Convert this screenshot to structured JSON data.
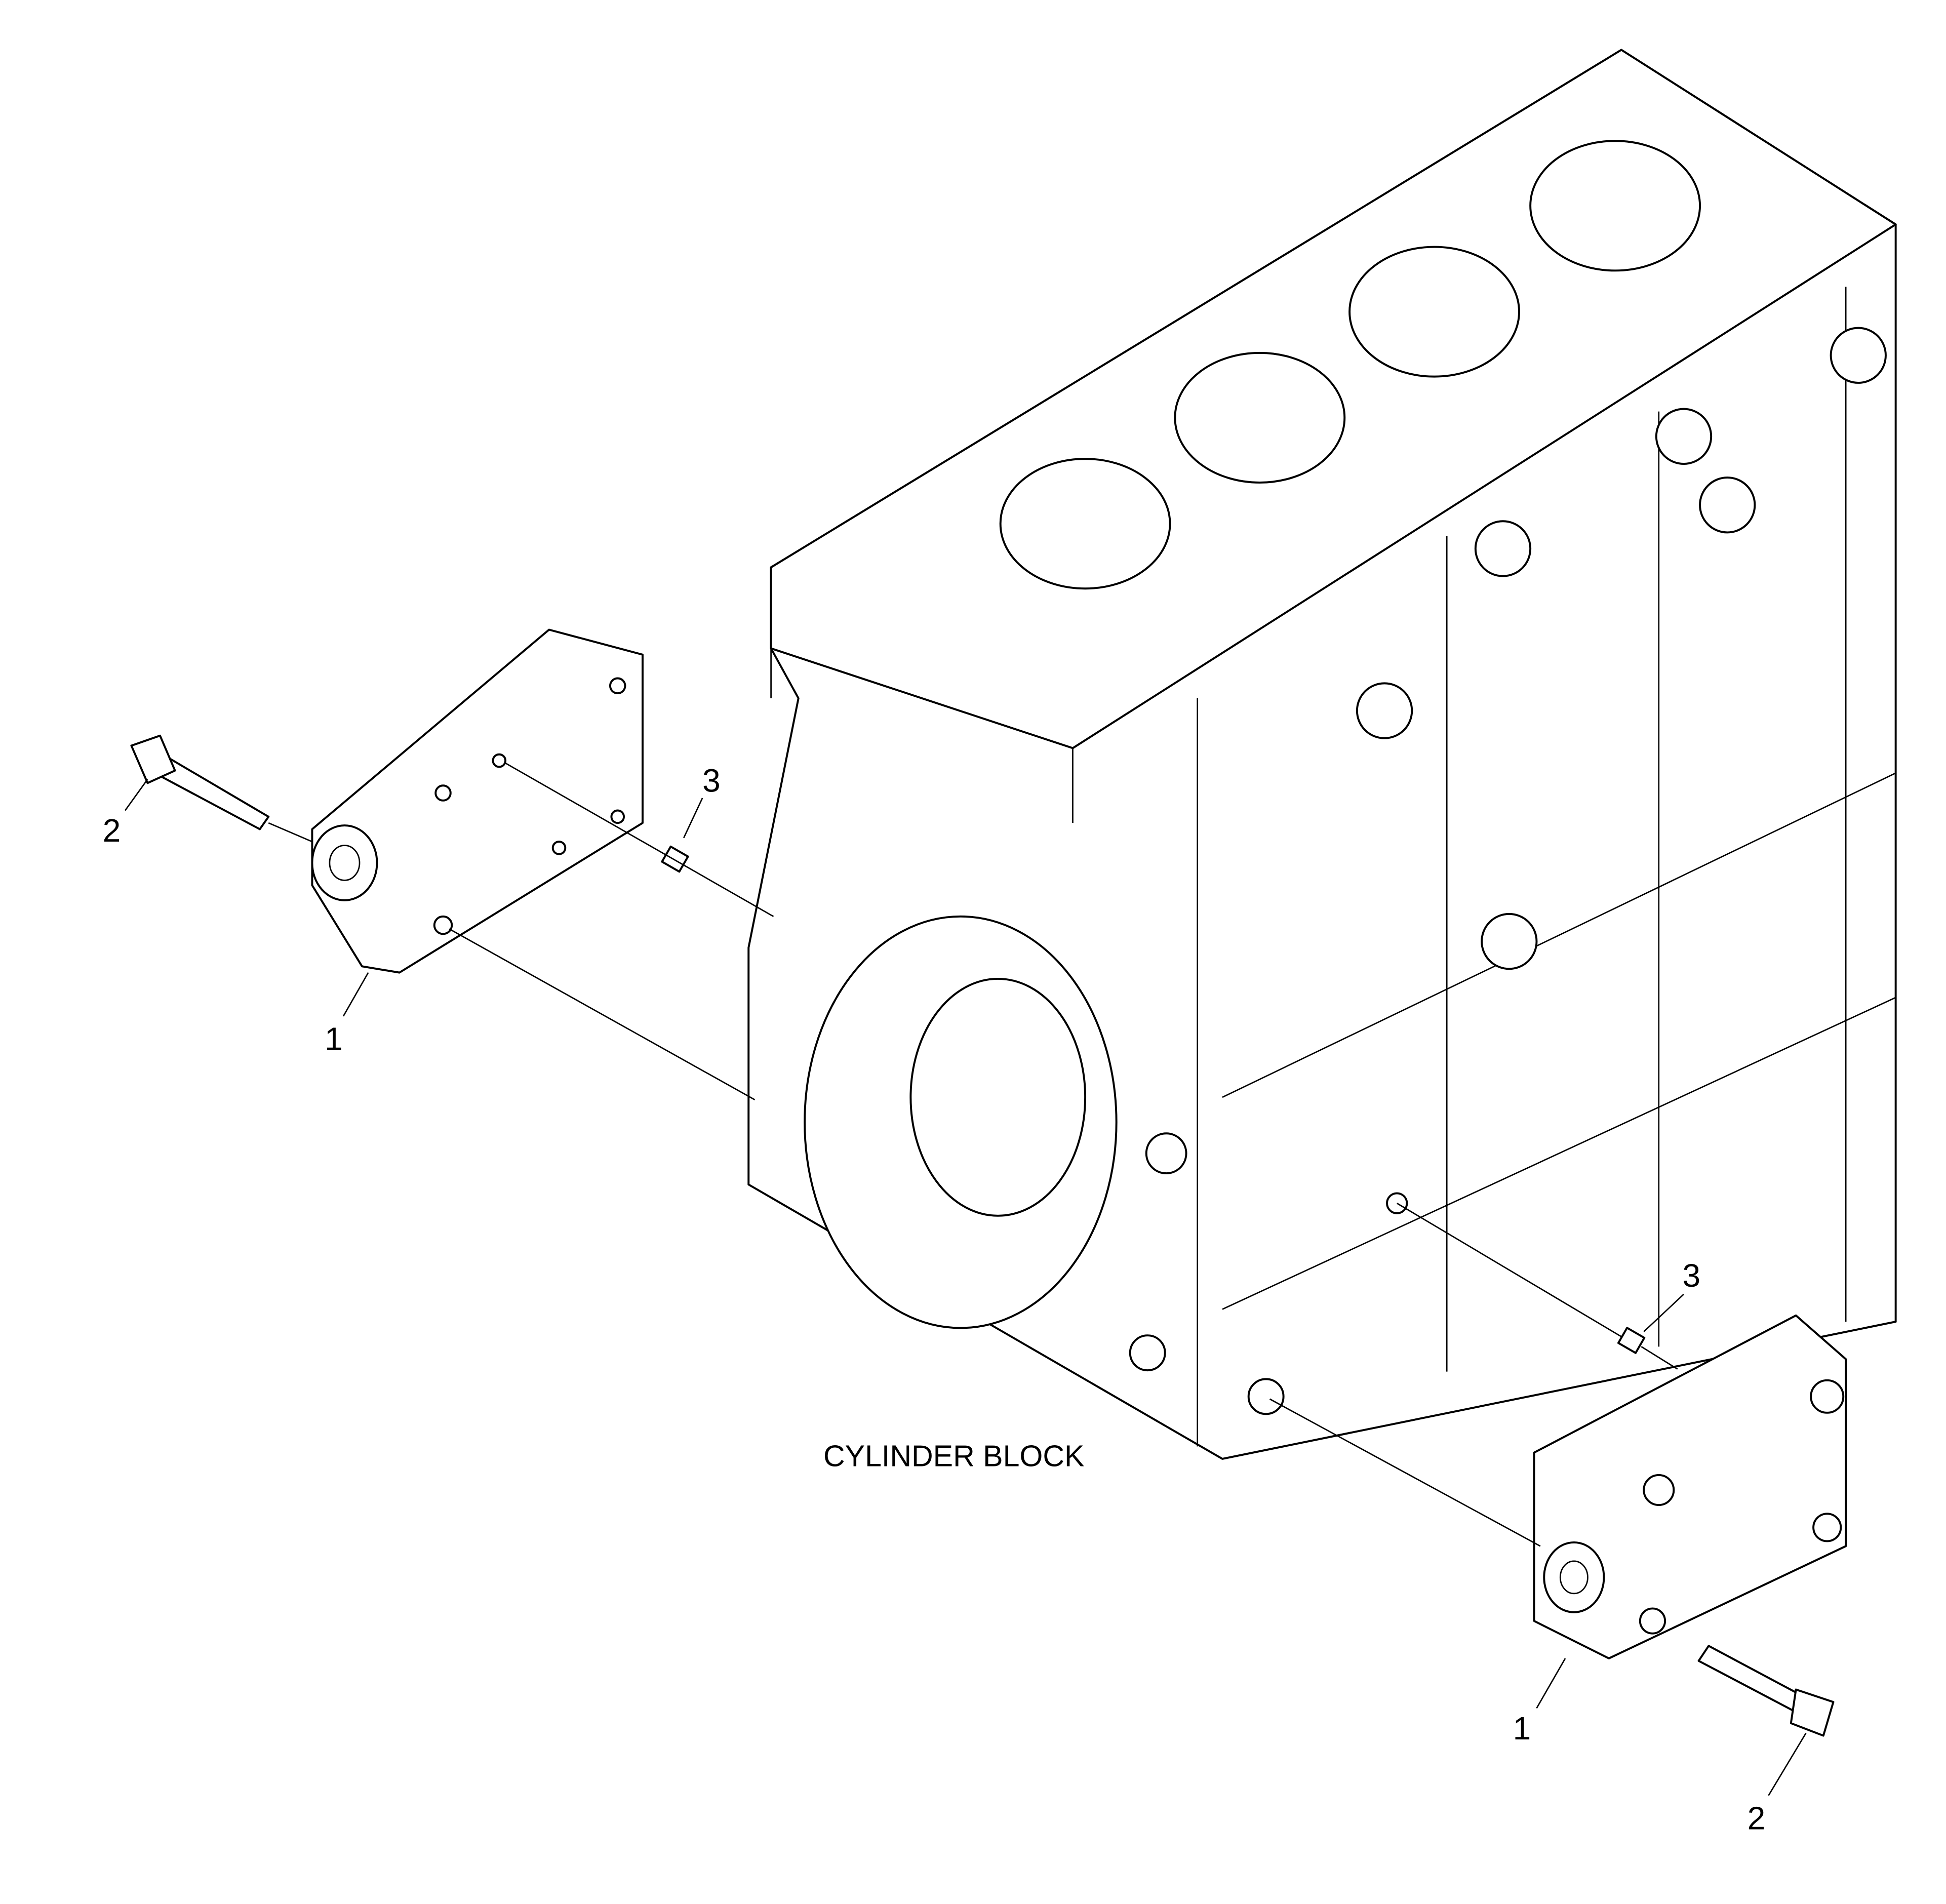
{
  "diagram": {
    "caption": "CYLINDER BLOCK",
    "callouts": {
      "left_cover": "1",
      "left_bolt": "2",
      "left_dowel": "3",
      "right_cover": "1",
      "right_bolt": "2",
      "right_dowel": "3"
    }
  }
}
